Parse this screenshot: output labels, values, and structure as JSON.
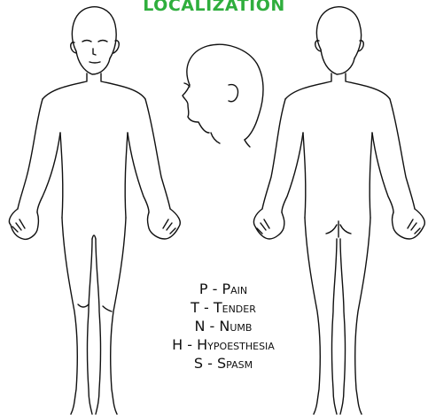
{
  "title": "LOCALIZATION",
  "legend": [
    "P - Pain",
    "T - Tender",
    "N - Numb",
    "H - Hypoesthesia",
    "S - Spasm"
  ],
  "figures": {
    "front": "front-body-outline",
    "head": "head-profile-outline",
    "back": "back-body-outline"
  },
  "colors": {
    "title": "#2fae3d",
    "line": "#111111",
    "background": "#ffffff"
  }
}
